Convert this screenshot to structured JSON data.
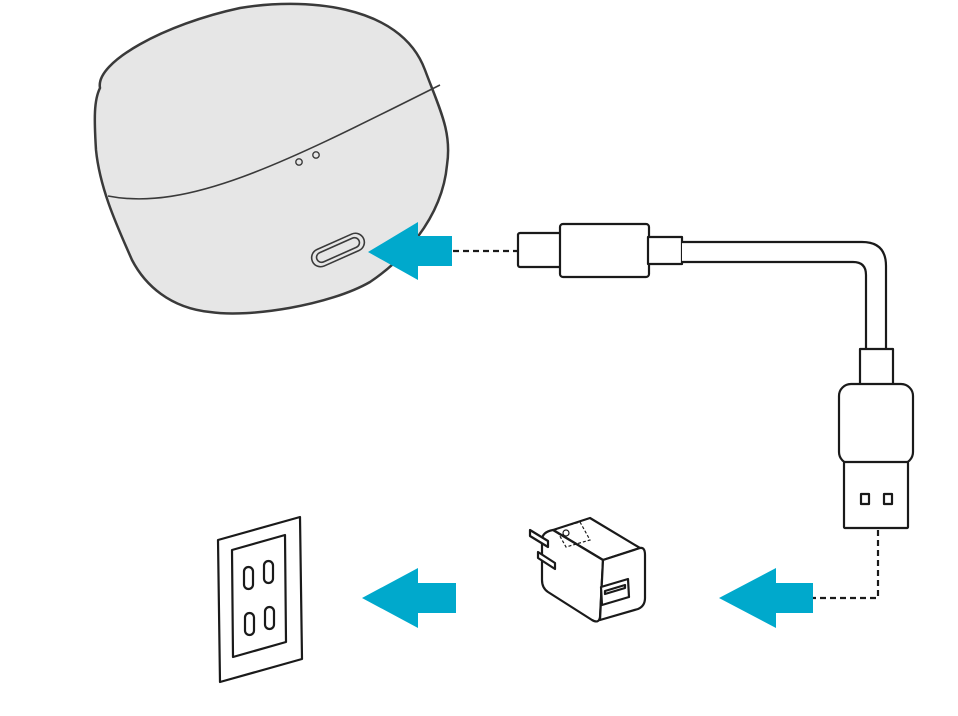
{
  "diagram": {
    "type": "charging-instructions-illustration",
    "colors": {
      "background": "#ffffff",
      "outline": "#1a1a1a",
      "case_fill": "#e6e6e6",
      "case_outline": "#3a3a3a",
      "arrow": "#00a9cc"
    },
    "components": [
      {
        "id": "earbuds-case",
        "icon": "charging-case-icon",
        "port": "usb-c"
      },
      {
        "id": "usb-cable",
        "icon": "usb-c-to-usb-a-cable-icon"
      },
      {
        "id": "power-adapter",
        "icon": "usb-wall-adapter-icon",
        "port": "usb-a"
      },
      {
        "id": "wall-outlet",
        "icon": "wall-outlet-icon"
      }
    ],
    "steps": [
      {
        "from": "usb-cable",
        "to": "earbuds-case",
        "icon": "arrow-left-icon"
      },
      {
        "from": "usb-cable",
        "to": "power-adapter",
        "icon": "arrow-left-icon"
      },
      {
        "from": "power-adapter",
        "to": "wall-outlet",
        "icon": "arrow-left-icon"
      }
    ]
  }
}
